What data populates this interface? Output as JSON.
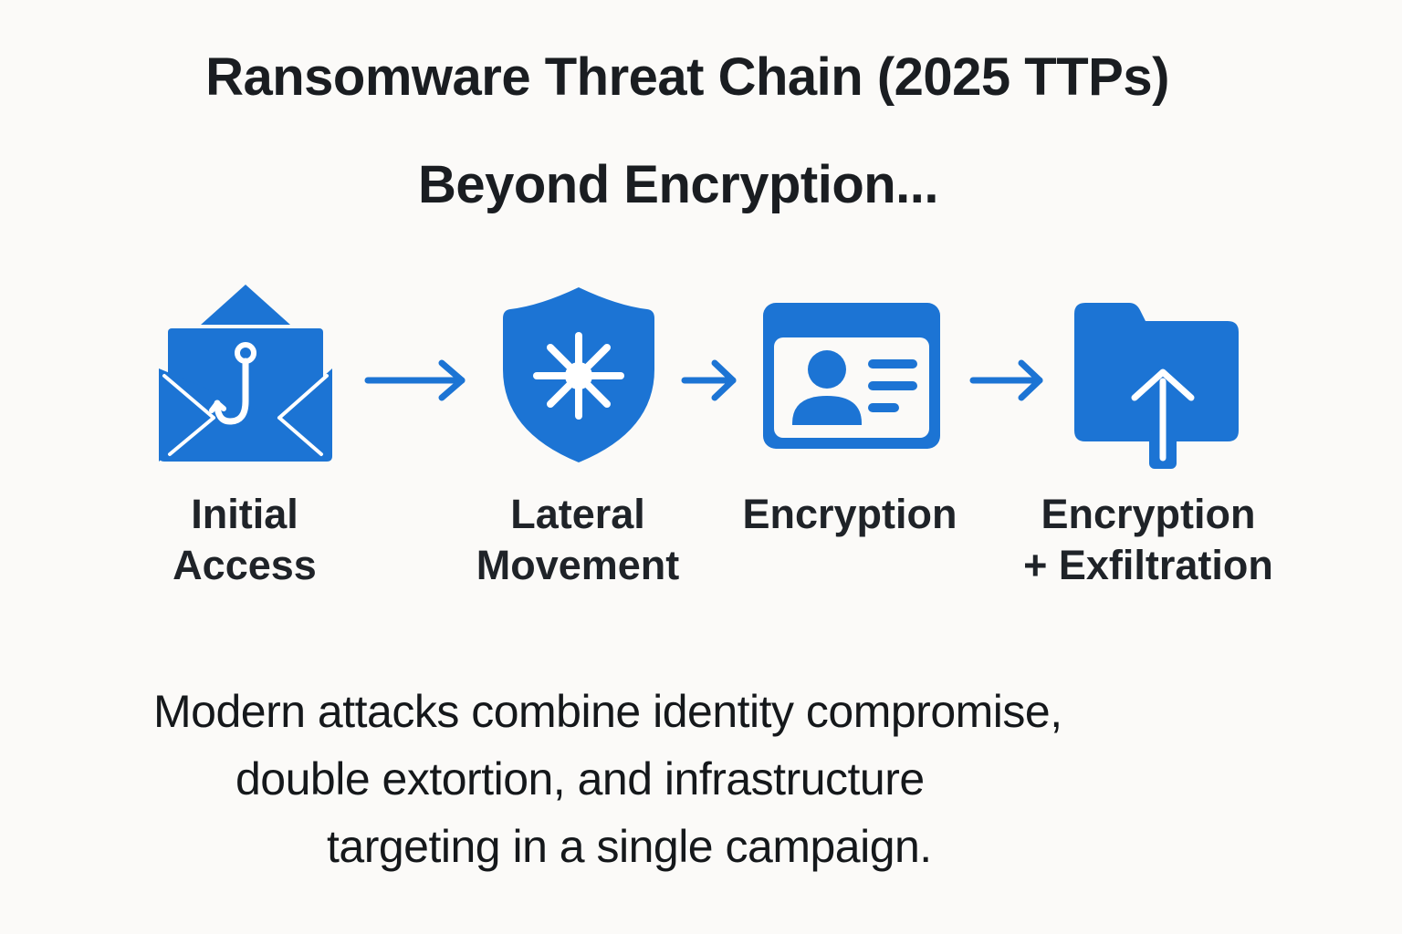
{
  "header": {
    "title": "Ransomware Threat Chain (2025 TTPs)",
    "subtitle": "Beyond Encryption..."
  },
  "colors": {
    "accent": "#1c74d4",
    "text": "#1a1d21",
    "background": "#fbfaf8"
  },
  "stages": [
    {
      "icon": "phishing-email-icon",
      "label_lines": [
        "Initial",
        "Access"
      ]
    },
    {
      "icon": "shield-burst-icon",
      "label_lines": [
        "Lateral",
        "Movement"
      ]
    },
    {
      "icon": "id-card-icon",
      "label_lines": [
        "Encryption"
      ]
    },
    {
      "icon": "folder-upload-icon",
      "label_lines": [
        "Encryption",
        "+ Exfiltration"
      ]
    }
  ],
  "connectors": [
    "arrow-right-icon",
    "arrow-right-icon",
    "arrow-right-icon"
  ],
  "description": {
    "lines": [
      "Modern attacks combine identity compromise,",
      "double extortion, and infrastructure",
      "targeting in a single campaign."
    ]
  }
}
